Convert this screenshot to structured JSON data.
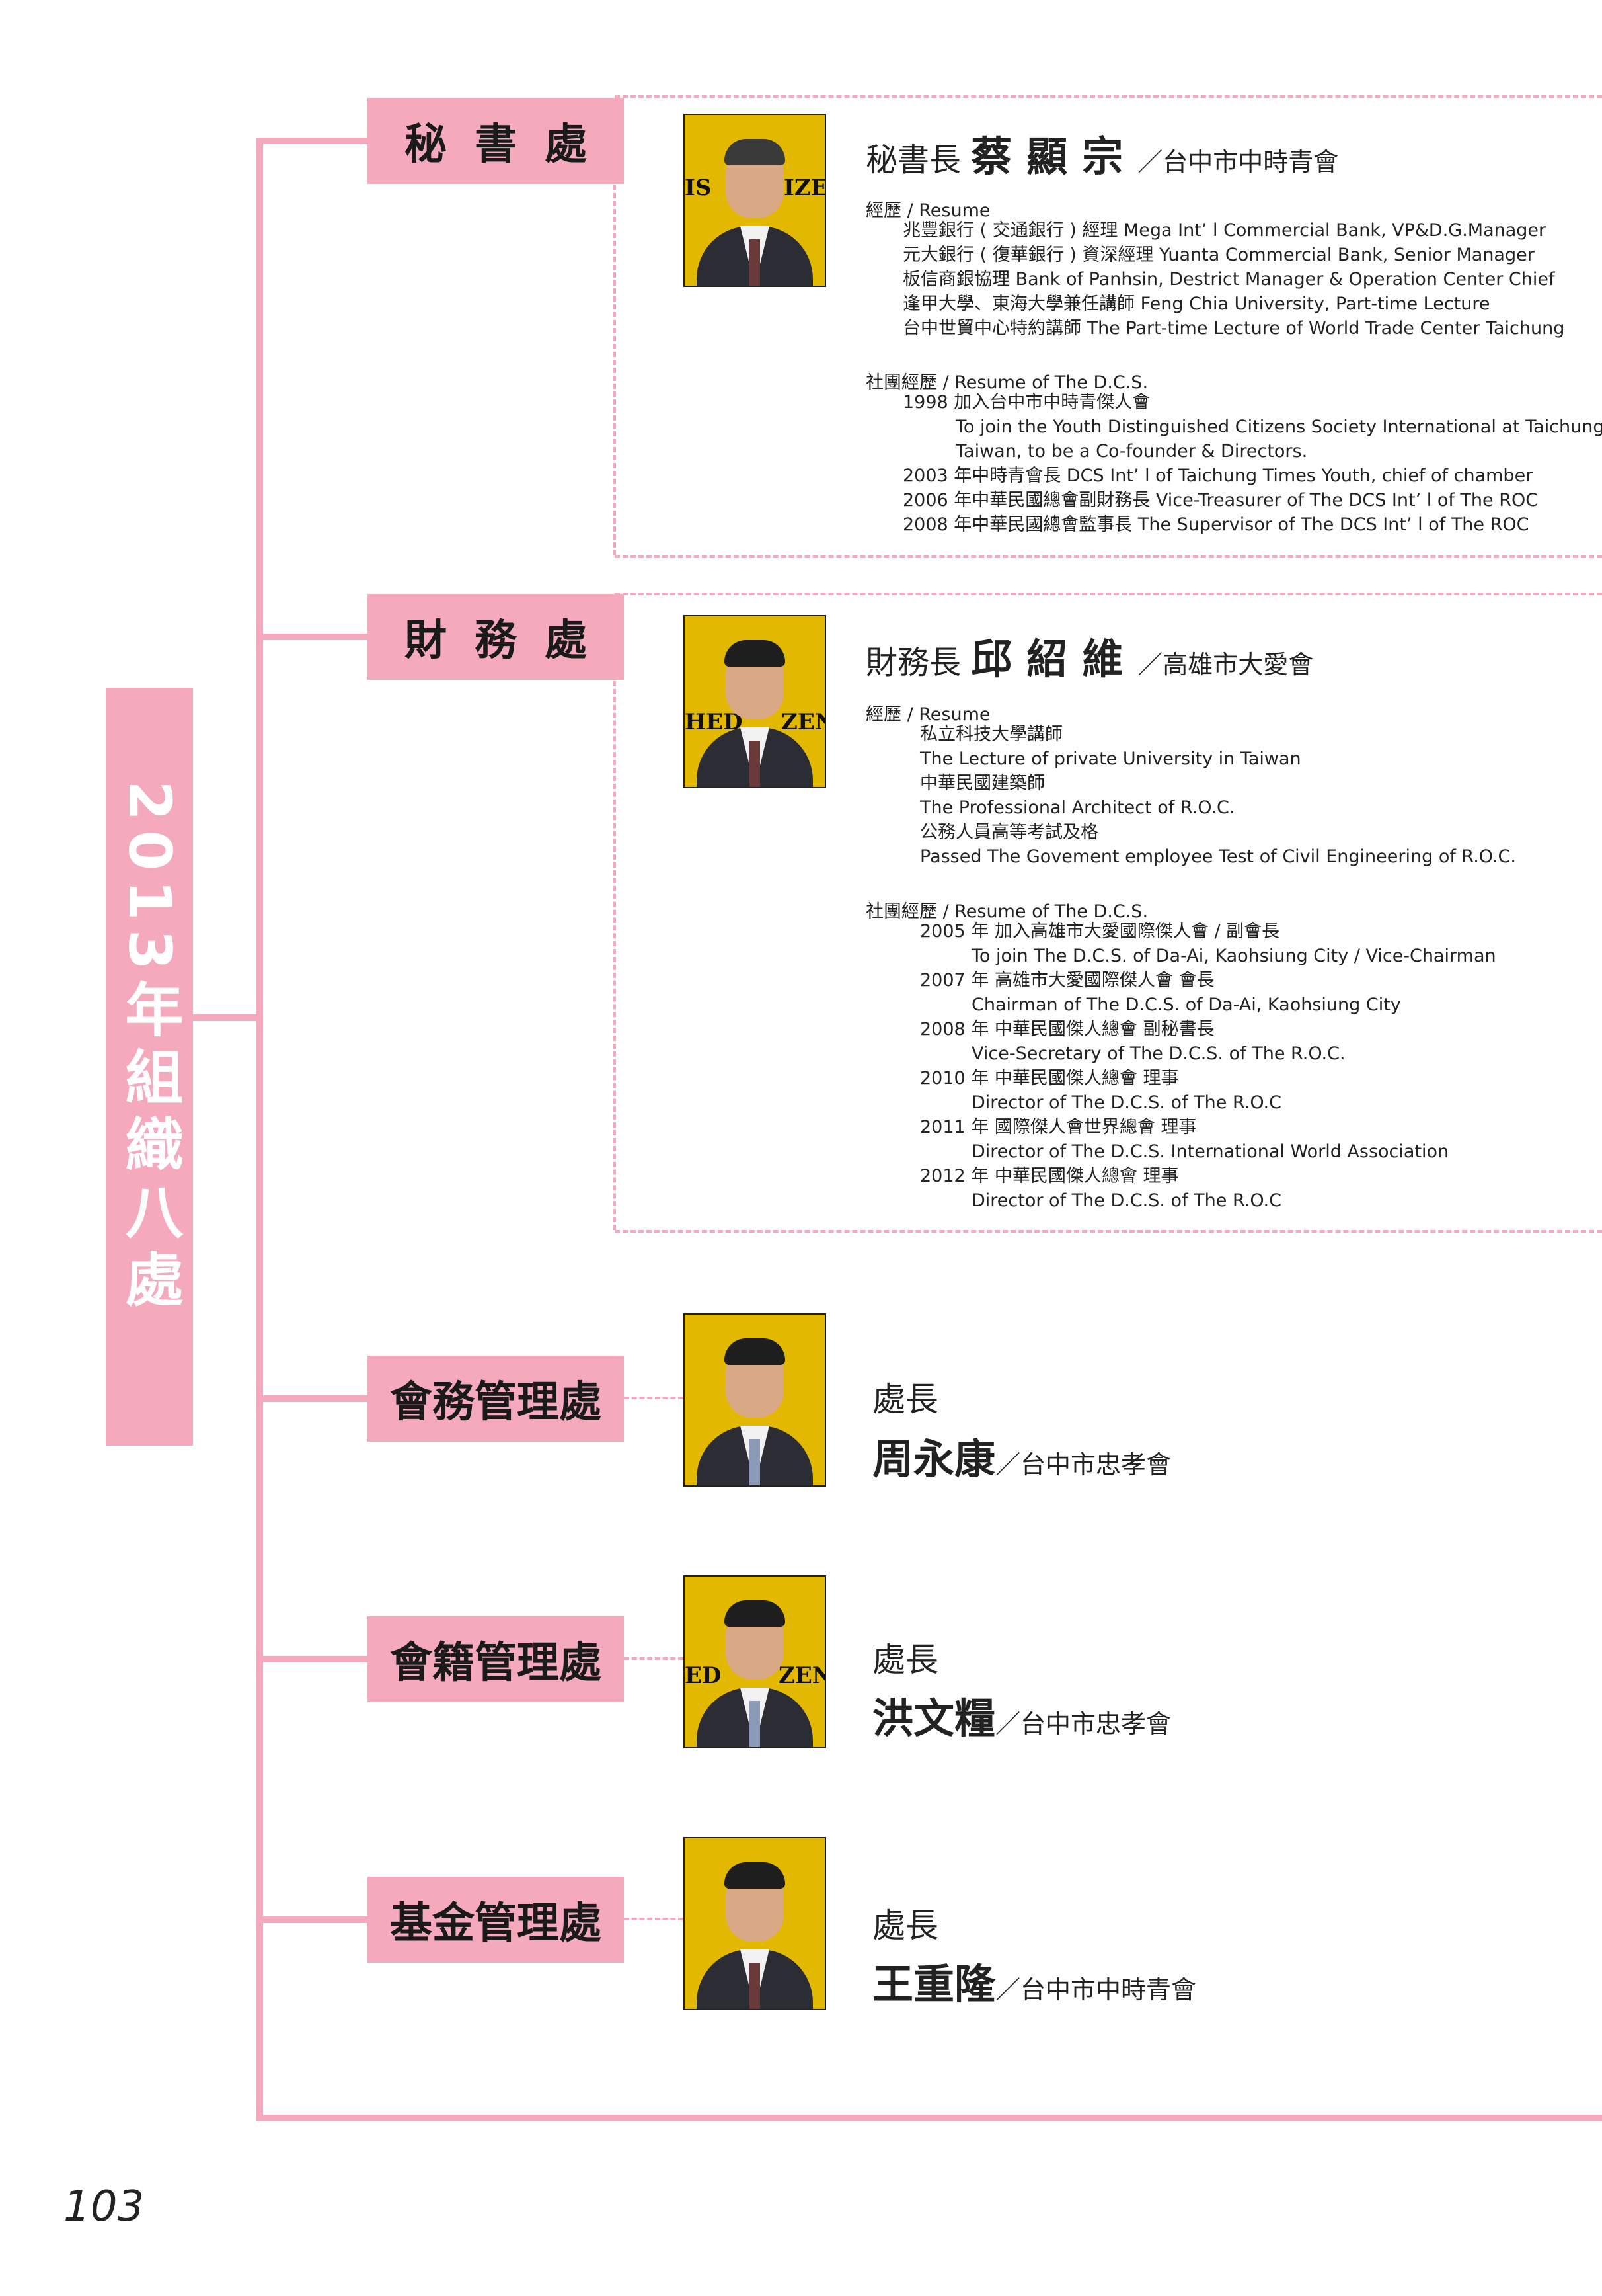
{
  "side_title": "2013年組織八處",
  "page_number": "103",
  "departments": [
    {
      "label": "秘書處",
      "title": "秘書長",
      "name": "蔡顯宗",
      "org": "／台中市中時青會",
      "resume_header": "經歷 / Resume",
      "resume": [
        "兆豐銀行 ( 交通銀行 ) 經理 Mega Int’ l Commercial Bank, VP&D.G.Manager",
        "元大銀行 ( 復華銀行 ) 資深經理 Yuanta Commercial Bank, Senior Manager",
        "板信商銀協理 Bank of Panhsin, Destrict Manager & Operation Center Chief",
        "逢甲大學、東海大學兼任講師 Feng Chia University, Part-time Lecture",
        "台中世貿中心特約講師 The Part-time Lecture of World Trade Center Taichung"
      ],
      "dcs_header": "社團經歷 / Resume of The D.C.S.",
      "dcs": [
        {
          "text": "1998 加入台中市中時青傑人會",
          "indent": 0
        },
        {
          "text": "To join the Youth Distinguished Citizens Society International at Taichung,",
          "indent": 1
        },
        {
          "text": "Taiwan, to be a Co-founder & Directors.",
          "indent": 1
        },
        {
          "text": "2003 年中時青會長 DCS Int’ l of Taichung Times Youth, chief of chamber",
          "indent": 0
        },
        {
          "text": "2006 年中華民國總會副財務長  Vice-Treasurer of The DCS Int’ l of The ROC",
          "indent": 0
        },
        {
          "text": "2008 年中華民國總會監事長 The Supervisor of The DCS Int’ l of The ROC",
          "indent": 0
        }
      ]
    },
    {
      "label": "財務處",
      "title": "財務長",
      "name": "邱紹維",
      "org": "／高雄市大愛會",
      "resume_header": "經歷 / Resume",
      "resume": [
        "私立科技大學講師",
        "The Lecture of private University in Taiwan",
        "中華民國建築師",
        "The Professional Architect of R.O.C.",
        "公務人員高等考試及格",
        "Passed The Govement employee Test of Civil Engineering of R.O.C."
      ],
      "dcs_header": "社團經歷 / Resume of The D.C.S.",
      "dcs": [
        {
          "text": "2005 年  加入高雄市大愛國際傑人會 / 副會長",
          "indent": 0
        },
        {
          "text": "To join The D.C.S. of Da-Ai, Kaohsiung City / Vice-Chairman",
          "indent": 1
        },
        {
          "text": "2007 年  高雄市大愛國際傑人會   會長",
          "indent": 0
        },
        {
          "text": "Chairman of The D.C.S. of Da-Ai, Kaohsiung City",
          "indent": 1
        },
        {
          "text": "2008 年  中華民國傑人總會   副秘書長",
          "indent": 0
        },
        {
          "text": "Vice-Secretary of The D.C.S. of The R.O.C.",
          "indent": 1
        },
        {
          "text": "2010 年  中華民國傑人總會   理事",
          "indent": 0
        },
        {
          "text": "Director of The D.C.S. of The R.O.C",
          "indent": 1
        },
        {
          "text": "2011 年  國際傑人會世界總會   理事",
          "indent": 0
        },
        {
          "text": "Director of The D.C.S. International World Association",
          "indent": 1
        },
        {
          "text": "2012 年  中華民國傑人總會   理事",
          "indent": 0
        },
        {
          "text": "Director of The D.C.S. of The R.O.C",
          "indent": 1
        }
      ]
    },
    {
      "label": "會務管理處",
      "title": "處長",
      "name": "周永康",
      "org": "／台中市忠孝會"
    },
    {
      "label": "會籍管理處",
      "title": "處長",
      "name": "洪文糧",
      "org": "／台中市忠孝會"
    },
    {
      "label": "基金管理處",
      "title": "處長",
      "name": "王重隆",
      "org": "／台中市中時青會"
    }
  ],
  "photo_banner_text": [
    "IS",
    "IZE",
    "HED",
    "ZENS",
    "ED",
    "ZENS"
  ],
  "colors": {
    "accent": "#f4a9bd",
    "banner": "#e2b800"
  }
}
